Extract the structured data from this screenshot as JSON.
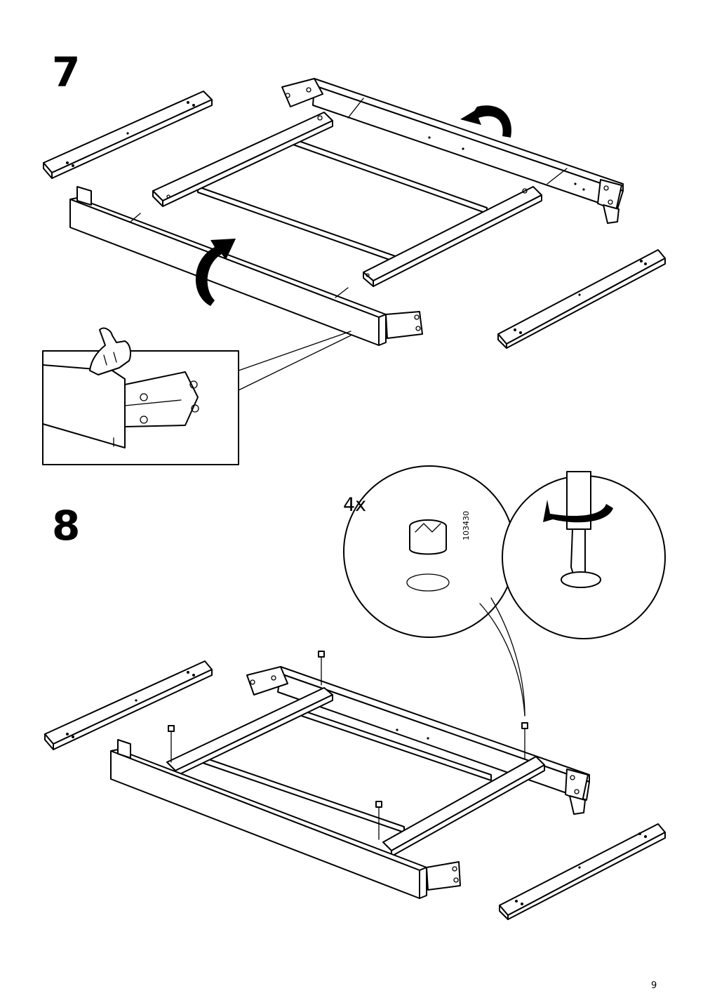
{
  "steps": [
    {
      "number": "7"
    },
    {
      "number": "8"
    }
  ],
  "detail": {
    "quantity": "4x",
    "part_number": "103430"
  },
  "page": {
    "number": "9"
  },
  "icons": [
    "curved-arrow-icon",
    "pointing-hand-icon",
    "cam-lock-icon",
    "screwdriver-icon",
    "turn-arrow-icon"
  ]
}
